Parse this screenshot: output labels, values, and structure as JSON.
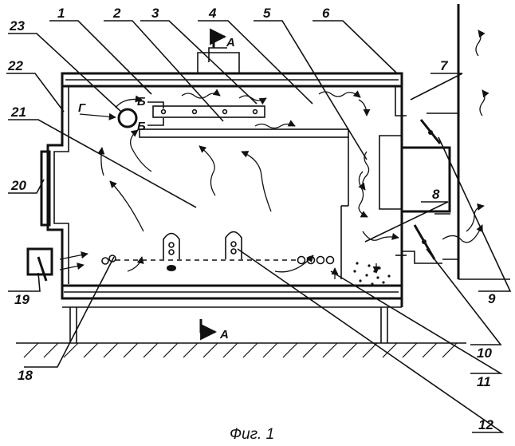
{
  "figure": {
    "caption": "Фиг. 1",
    "section_marks": {
      "a_top": "A",
      "a_bottom": "A",
      "b_top": "Б",
      "b_bottom": "Б",
      "g": "Г"
    },
    "callouts": [
      {
        "id": "c1",
        "text": "1"
      },
      {
        "id": "c2",
        "text": "2"
      },
      {
        "id": "c3",
        "text": "3"
      },
      {
        "id": "c4",
        "text": "4"
      },
      {
        "id": "c5",
        "text": "5"
      },
      {
        "id": "c6",
        "text": "6"
      },
      {
        "id": "c7",
        "text": "7"
      },
      {
        "id": "c8",
        "text": "8"
      },
      {
        "id": "c9",
        "text": "9"
      },
      {
        "id": "c10",
        "text": "10"
      },
      {
        "id": "c11",
        "text": "11"
      },
      {
        "id": "c12",
        "text": "12"
      },
      {
        "id": "c18",
        "text": "18"
      },
      {
        "id": "c19",
        "text": "19"
      },
      {
        "id": "c20",
        "text": "20"
      },
      {
        "id": "c21",
        "text": "21"
      },
      {
        "id": "c22",
        "text": "22"
      },
      {
        "id": "c23",
        "text": "23"
      }
    ]
  }
}
